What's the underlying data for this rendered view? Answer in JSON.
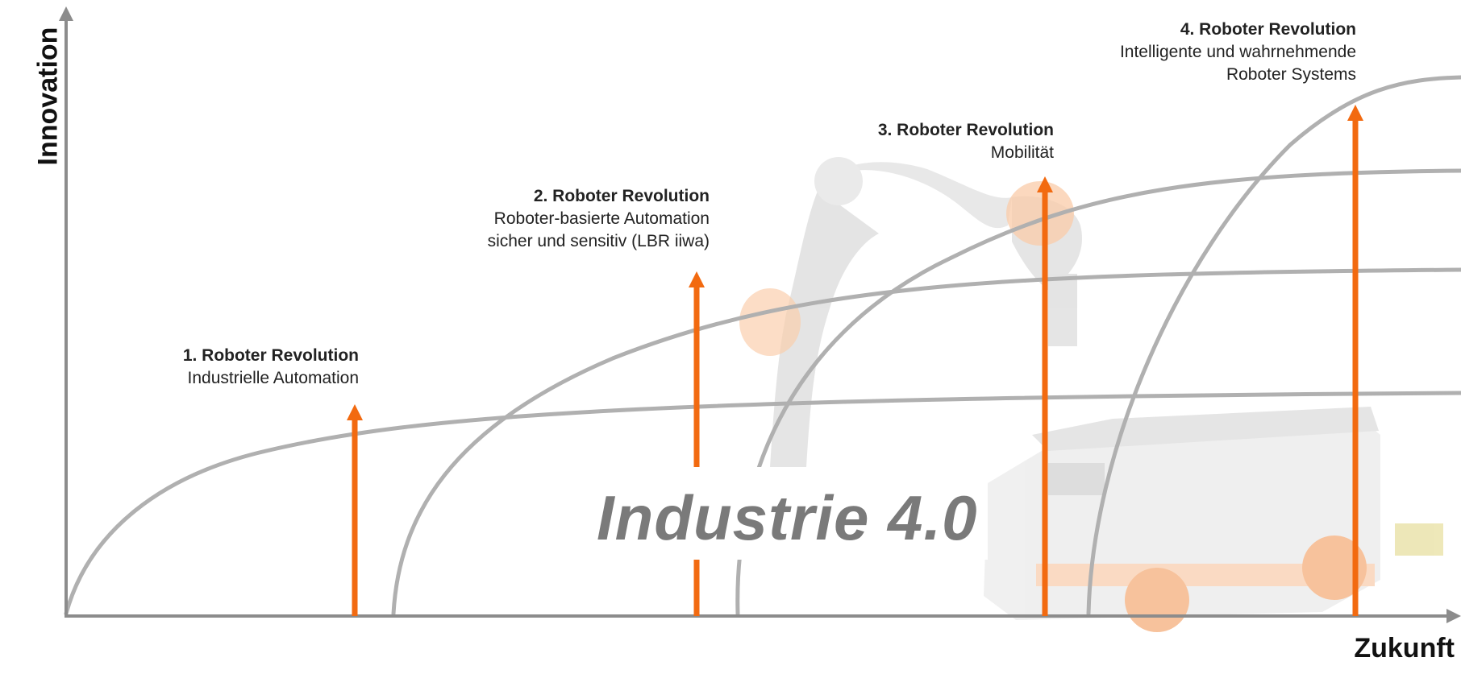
{
  "axes": {
    "y_label": "Innovation",
    "x_label": "Zukunft"
  },
  "center_title": "Industrie 4.0",
  "colors": {
    "arrow": "#f26a10",
    "curve": "#b0b0b0",
    "axis": "#8c8c8c",
    "robot_accent": "#f5a66a"
  },
  "revolutions": [
    {
      "title": "1. Roboter Revolution",
      "lines": [
        "Industrielle Automation"
      ]
    },
    {
      "title": "2. Roboter Revolution",
      "lines": [
        "Roboter-basierte Automation",
        "sicher und sensitiv (LBR iiwa)"
      ]
    },
    {
      "title": "3. Roboter Revolution",
      "lines": [
        "Mobilität"
      ]
    },
    {
      "title": "4. Roboter Revolution",
      "lines": [
        "Intelligente und wahrnehmende",
        "Roboter Systems"
      ]
    }
  ],
  "background_images": [
    "robot-arm",
    "mobile-platform"
  ]
}
